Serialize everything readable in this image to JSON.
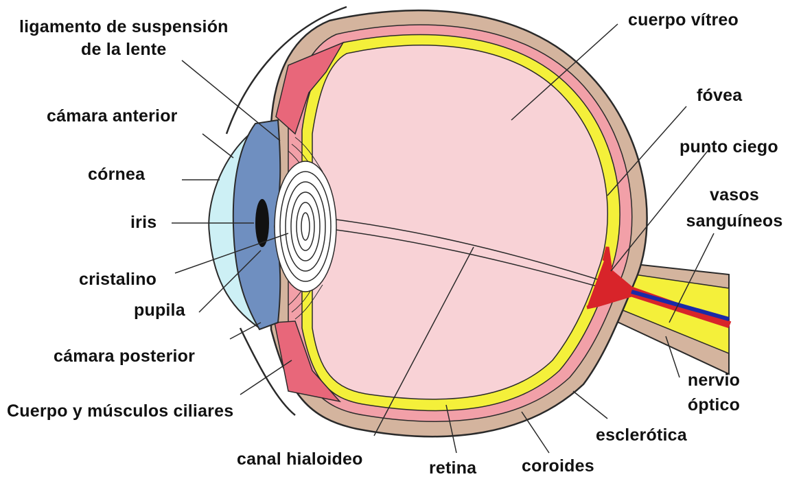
{
  "labels": {
    "ligamento_1": "ligamento de suspensión",
    "ligamento_2": "de la lente",
    "camara_anterior": "cámara anterior",
    "cornea": "córnea",
    "iris": "iris",
    "cristalino": "cristalino",
    "pupila": "pupila",
    "camara_posterior": "cámara posterior",
    "cuerpo_ciliar": "Cuerpo y músculos ciliares",
    "canal_hialoideo": "canal hialoideo",
    "retina": "retina",
    "coroides": "coroides",
    "esclerotica": "esclerótica",
    "nervio_1": "nervio",
    "nervio_2": "óptico",
    "vasos_1": "vasos",
    "vasos_2": "sanguíneos",
    "punto_ciego": "punto ciego",
    "fovea": "fóvea",
    "cuerpo_vitreo": "cuerpo vítreo"
  },
  "colors": {
    "sclera": "#d4b49e",
    "choroid": "#f2a0a8",
    "retina": "#f4f03a",
    "vitreous": "#f8d2d6",
    "ciliary": "#e8677a",
    "iris": "#6f8fc0",
    "cornea": "#cdf0f5",
    "lens": "#ffffff",
    "vessel_red": "#d8242a",
    "vessel_blue": "#1a2aa8",
    "outline": "#2a2a2a"
  }
}
